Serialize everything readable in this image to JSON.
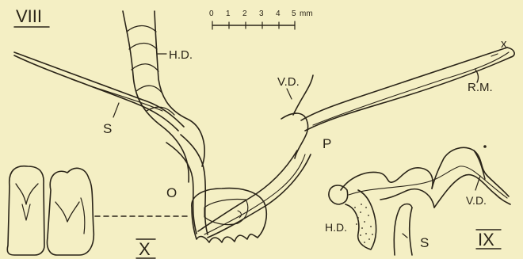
{
  "figures": {
    "fig8": {
      "numeral": "VIII",
      "labels": {
        "hd": "H.D.",
        "vd": "V.D.",
        "s": "S",
        "p": "P",
        "o": "O",
        "rm": "R.M.",
        "x": "x"
      }
    },
    "fig9": {
      "numeral": "IX",
      "labels": {
        "hd": "H.D.",
        "vd": "V.D.",
        "s": "S"
      }
    },
    "fig10": {
      "numeral": "X"
    }
  },
  "scale_bar": {
    "ticks": [
      "0",
      "1",
      "2",
      "3",
      "4",
      "5"
    ],
    "unit": "mm"
  }
}
